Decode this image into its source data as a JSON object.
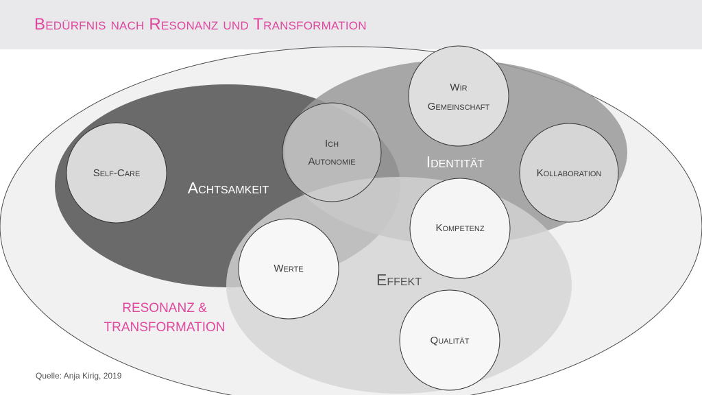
{
  "title": "Bedürfnis nach Resonanz und Transformation",
  "diagram": {
    "outer_label_line1": "RESONANZ &",
    "outer_label_line2": "TRANSFORMATION",
    "regions": {
      "achtsamkeit": "Achtsamkeit",
      "identitaet": "Identität",
      "effekt": "Effekt"
    },
    "circles": {
      "self_care": [
        "Self-Care"
      ],
      "ich_autonomie": [
        "Ich",
        "Autonomie"
      ],
      "wir_gemeinschaft": [
        "Wir",
        "Gemeinschaft"
      ],
      "kollaboration": [
        "Kollaboration"
      ],
      "kompetenz": [
        "Kompetenz"
      ],
      "werte": [
        "Werte"
      ],
      "qualitaet": [
        "Qualität"
      ]
    }
  },
  "source": "Quelle: Anja Kirig, 2019",
  "colors": {
    "accent": "#e0479e",
    "achtsamkeit": "#6a6a6a",
    "identitaet": "#9a9a9a",
    "effekt": "#d4d4d4",
    "outer": "#f1f1f1"
  }
}
